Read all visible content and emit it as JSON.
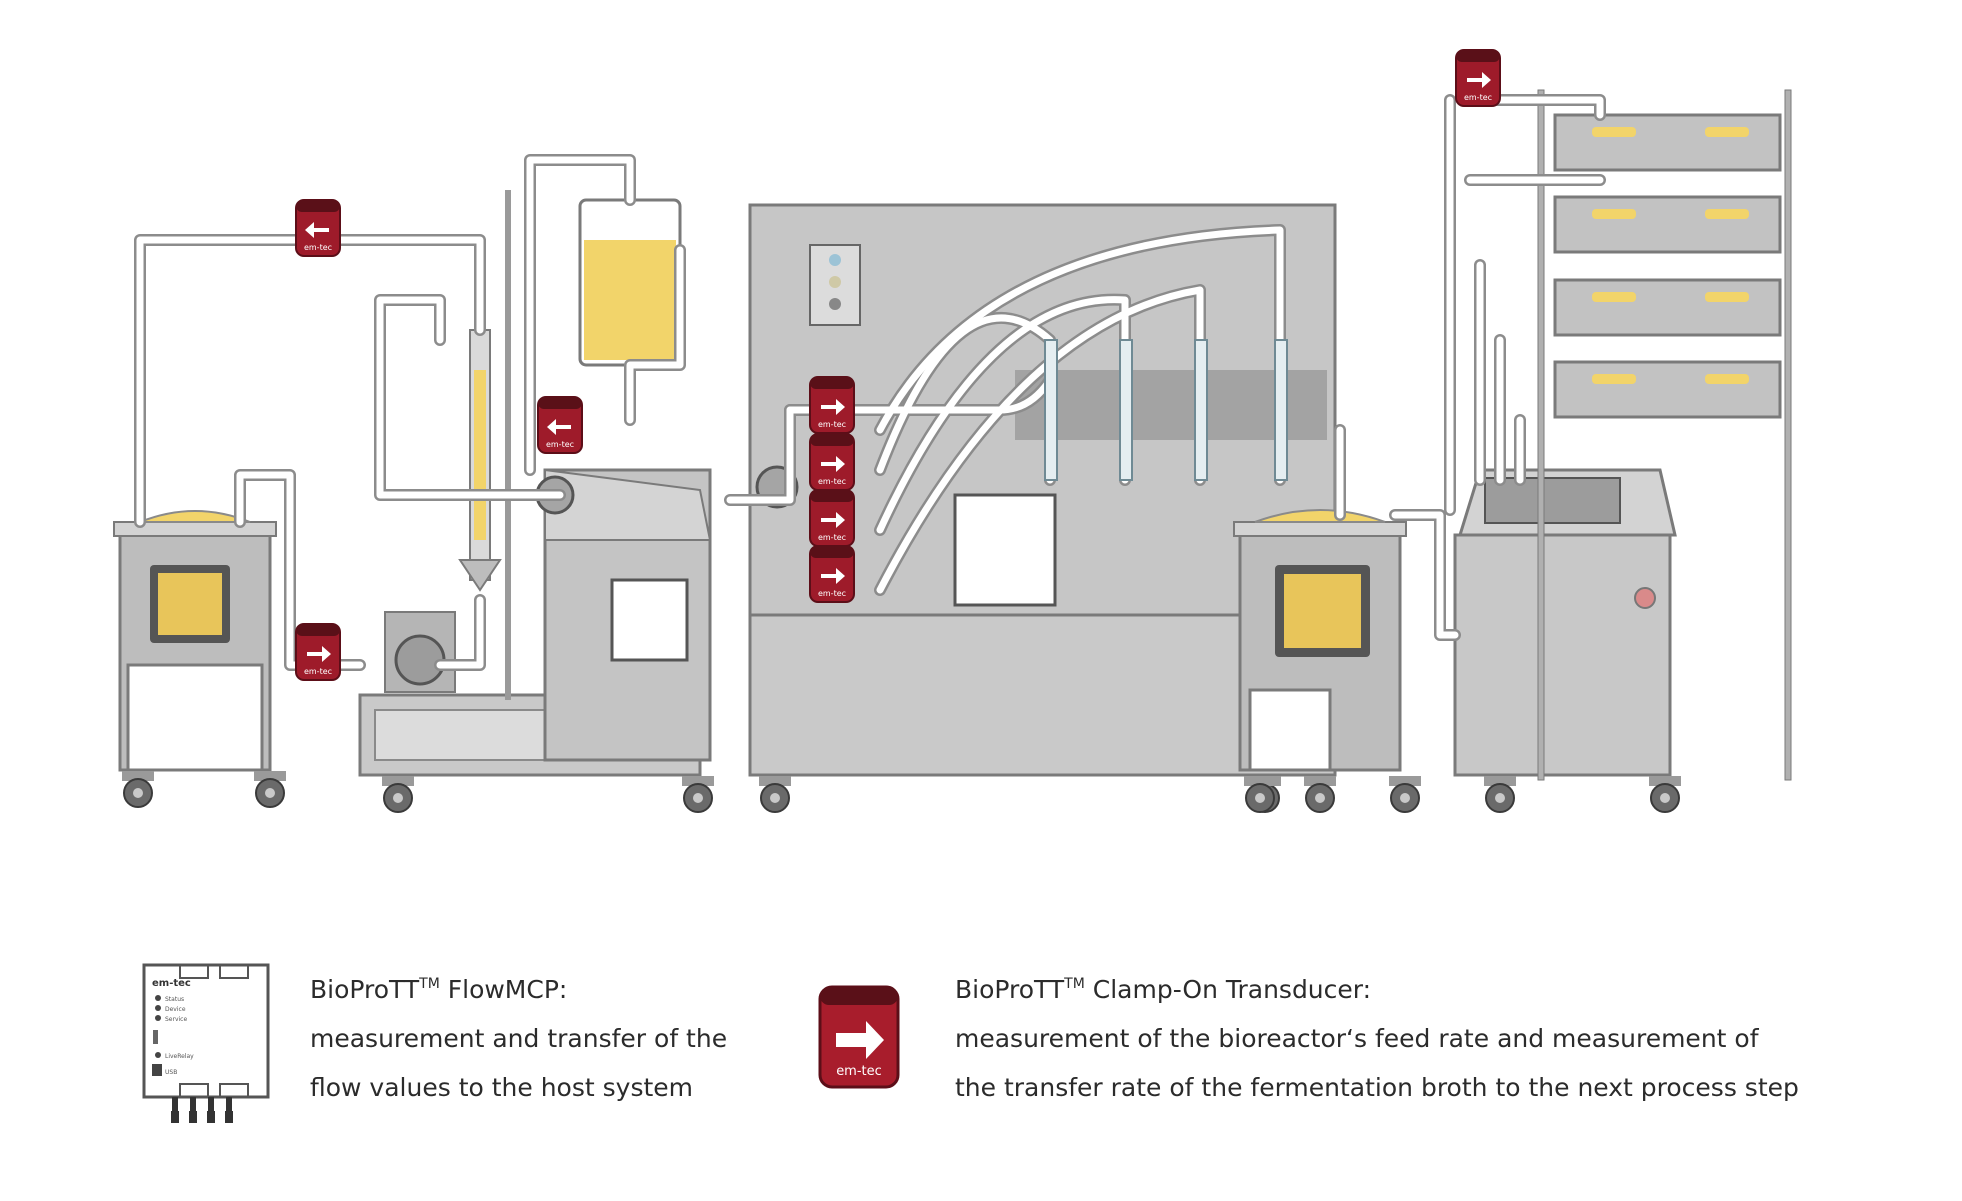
{
  "brand_label": "em-tec",
  "colors": {
    "transducer_red": "#b01f2e",
    "liquid_yellow": "#f2d46a",
    "steel": "#c7c7c7",
    "steel_dark": "#8a8a8a",
    "pipe": "#ffffff",
    "text": "#2b2b2b"
  },
  "equipment": {
    "flowmcp_box": {
      "title": "em-tec",
      "channels": [
        "Status",
        "Device",
        "Service"
      ],
      "extra_lines": [
        "LiveRelay",
        "USB"
      ]
    }
  },
  "legend": {
    "flowmcp": {
      "name": "BioProTT",
      "tm": "TM",
      "name_suffix": " FlowMCP:",
      "line1": "measurement and transfer of the",
      "line2": "flow values to the host system"
    },
    "transducer": {
      "name": "BioProTT",
      "tm": "TM",
      "name_suffix": " Clamp-On Transducer:",
      "line1": "measurement of the bioreactor‘s feed rate and measurement of",
      "line2": "the transfer rate of the fermentation broth to the next process step",
      "icon_label": "em-tec"
    }
  }
}
